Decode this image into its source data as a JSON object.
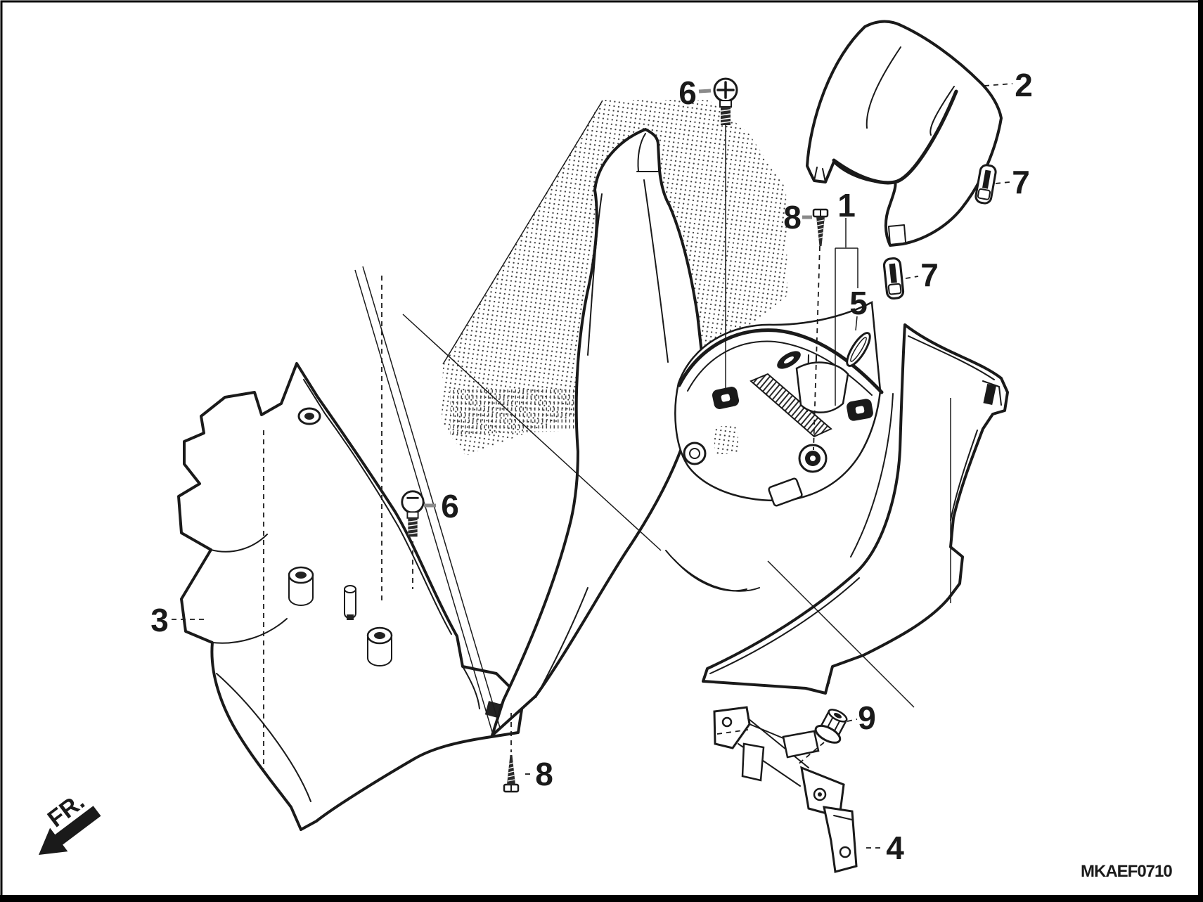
{
  "diagram": {
    "code": "MKAEF0710",
    "direction_label": "FR.",
    "callouts": [
      {
        "label": "1"
      },
      {
        "label": "2"
      },
      {
        "label": "3"
      },
      {
        "label": "4"
      },
      {
        "label": "5"
      },
      {
        "label": "6"
      },
      {
        "label": "6"
      },
      {
        "label": "7"
      },
      {
        "label": "7"
      },
      {
        "label": "8"
      },
      {
        "label": "8"
      },
      {
        "label": "9"
      }
    ],
    "icons": {
      "front_arrow": "front-direction-arrow-icon",
      "pan_screw": "pan-head-screw-icon",
      "tapping_screw": "tapping-screw-icon",
      "clip": "trim-clip-icon",
      "nut": "flange-nut-icon",
      "seal": "seal-pad-icon"
    },
    "colors": {
      "background": "#ffffff",
      "line": "#1a1a1a"
    }
  }
}
